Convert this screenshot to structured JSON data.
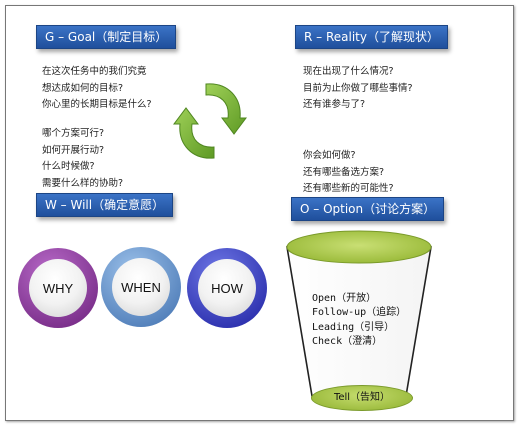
{
  "goal": {
    "label": "G – Goal（制定目标）",
    "questions": [
      "在这次任务中的我们究竟",
      "想达成如何的目标?",
      "你心里的长期目标是什么?"
    ]
  },
  "reality": {
    "label": "R – Reality（了解现状）",
    "questions": [
      "现在出现了什么情况?",
      "目前为止你做了哪些事情?",
      "还有谁参与了?"
    ]
  },
  "will": {
    "label": "W – Will（确定意愿）",
    "questions": [
      "哪个方案可行?",
      "如何开展行动?",
      "什么时候做?",
      "需要什么样的协助?"
    ]
  },
  "option": {
    "label": "O – Option（讨论方案）",
    "questions": [
      "你会如何做?",
      "还有哪些备选方案?",
      "还有哪些新的可能性?"
    ]
  },
  "circles": [
    "WHY",
    "WHEN",
    "HOW"
  ],
  "cup": {
    "items": [
      "Open（开放）",
      "Follow-up（追踪）",
      "Leading（引导）",
      "Check（澄清）"
    ],
    "base": "Tell（告知）"
  },
  "colors": {
    "label_blue": "#2a5fb0",
    "arrow_green": "#7fb33a",
    "cup_green": "#a7c548",
    "why_ring": "#7a2a8c",
    "when_ring": "#4f7fc0",
    "how_ring": "#2a2fb0"
  }
}
